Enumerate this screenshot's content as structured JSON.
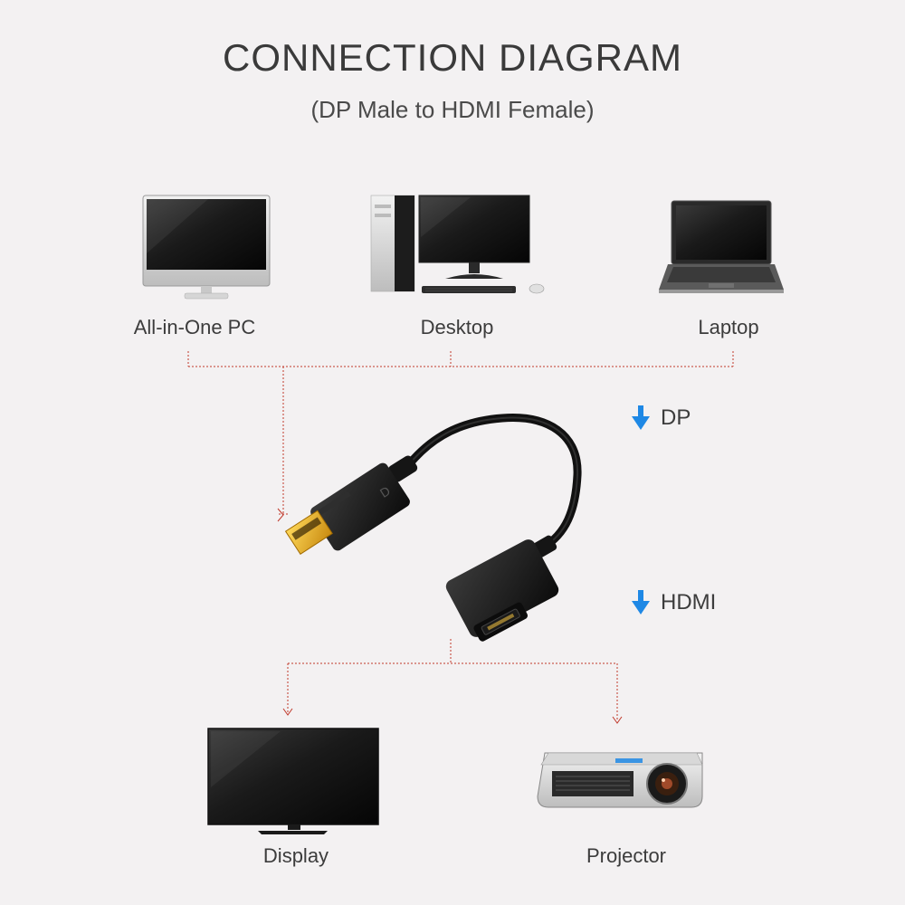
{
  "header": {
    "title": "CONNECTION DIAGRAM",
    "subtitle": "(DP Male to HDMI Female)"
  },
  "sources": [
    {
      "label": "All-in-One PC",
      "icon": "all-in-one-pc-icon"
    },
    {
      "label": "Desktop",
      "icon": "desktop-computer-icon"
    },
    {
      "label": "Laptop",
      "icon": "laptop-icon"
    }
  ],
  "signals": {
    "dp_label": "DP",
    "hdmi_label": "HDMI"
  },
  "outputs": [
    {
      "label": "Display",
      "icon": "tv-display-icon"
    },
    {
      "label": "Projector",
      "icon": "projector-icon"
    }
  ],
  "colors": {
    "background": "#f3f1f2",
    "connector_line": "#c0392b",
    "arrow_blue": "#1e88e5",
    "gold_contacts": "#e0a820"
  }
}
